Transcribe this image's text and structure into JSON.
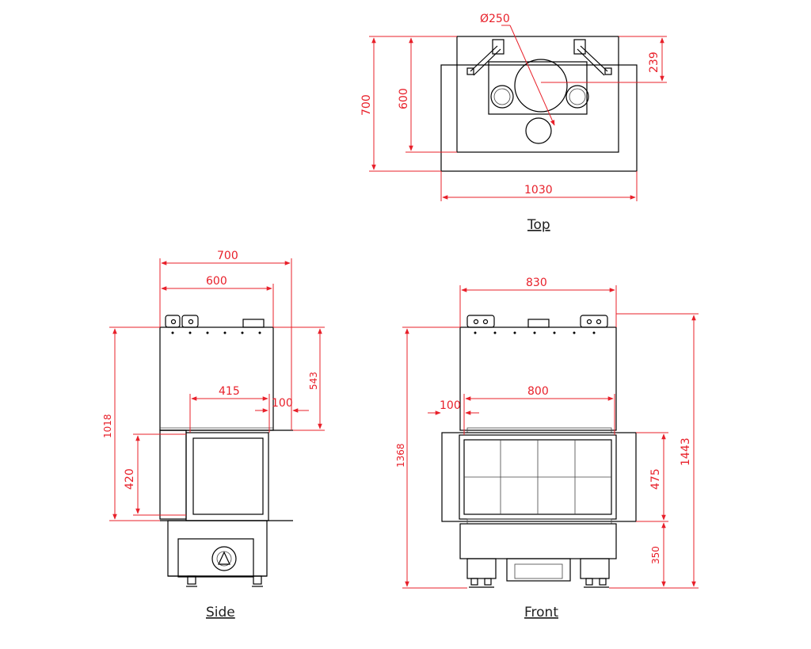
{
  "views": {
    "top": {
      "label": "Top",
      "dims": {
        "diameter": "Ø250",
        "depth_outer": "700",
        "depth_inner": "600",
        "offset": "239",
        "width": "1030"
      }
    },
    "side": {
      "label": "Side",
      "dims": {
        "depth_outer": "700",
        "depth_inner": "600",
        "glass_depth": "415",
        "setback": "100",
        "height_total": "1018",
        "upper_height": "543",
        "opening_height": "420"
      }
    },
    "front": {
      "label": "Front",
      "dims": {
        "body_width": "830",
        "glass_width": "800",
        "setback": "100",
        "height_body": "1368",
        "height_total": "1443",
        "opening_height": "475",
        "base_height": "350"
      }
    }
  },
  "colors": {
    "dimension": "#e8202a",
    "outline": "#000000"
  }
}
